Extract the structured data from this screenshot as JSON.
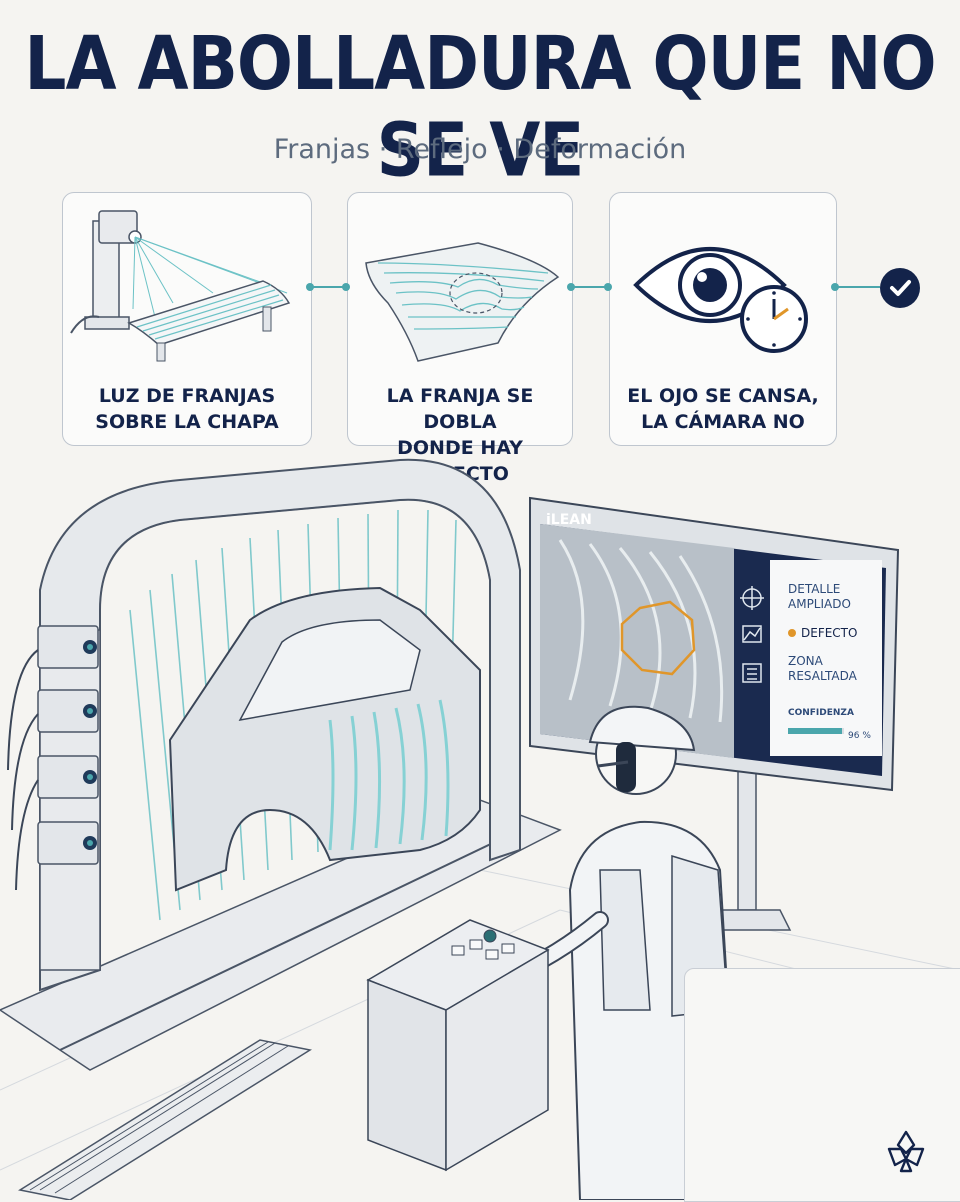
{
  "header": {
    "title": "LA ABOLLADURA QUE NO SE VE",
    "subtitle": "Franjas · Reflejo · Deformación"
  },
  "steps": [
    {
      "line1": "LUZ DE FRANJAS",
      "line2": "SOBRE LA CHAPA",
      "icon": "fringe-projector-icon"
    },
    {
      "line1": "LA FRANJA SE DOBLA",
      "line2": "DONDE HAY DEFECTO",
      "icon": "bent-stripes-sheet-icon"
    },
    {
      "line1": "EL OJO SE CANSA,",
      "line2": "LA CÁMARA NO",
      "icon": "eye-clock-icon"
    }
  ],
  "monitor": {
    "brand": "iLEAN",
    "detail": "DETALLE AMPLIADO",
    "defect": "DEFECTO",
    "zone": "ZONA RESALTADA",
    "confidence_label": "CONFIDENZA",
    "confidence_value": "96 %",
    "confidence_fraction": 0.96
  },
  "colors": {
    "navy": "#13234a",
    "teal": "#4aa6ac",
    "defect_orange": "#e0962a",
    "screen_dark": "#1a2a4f"
  }
}
